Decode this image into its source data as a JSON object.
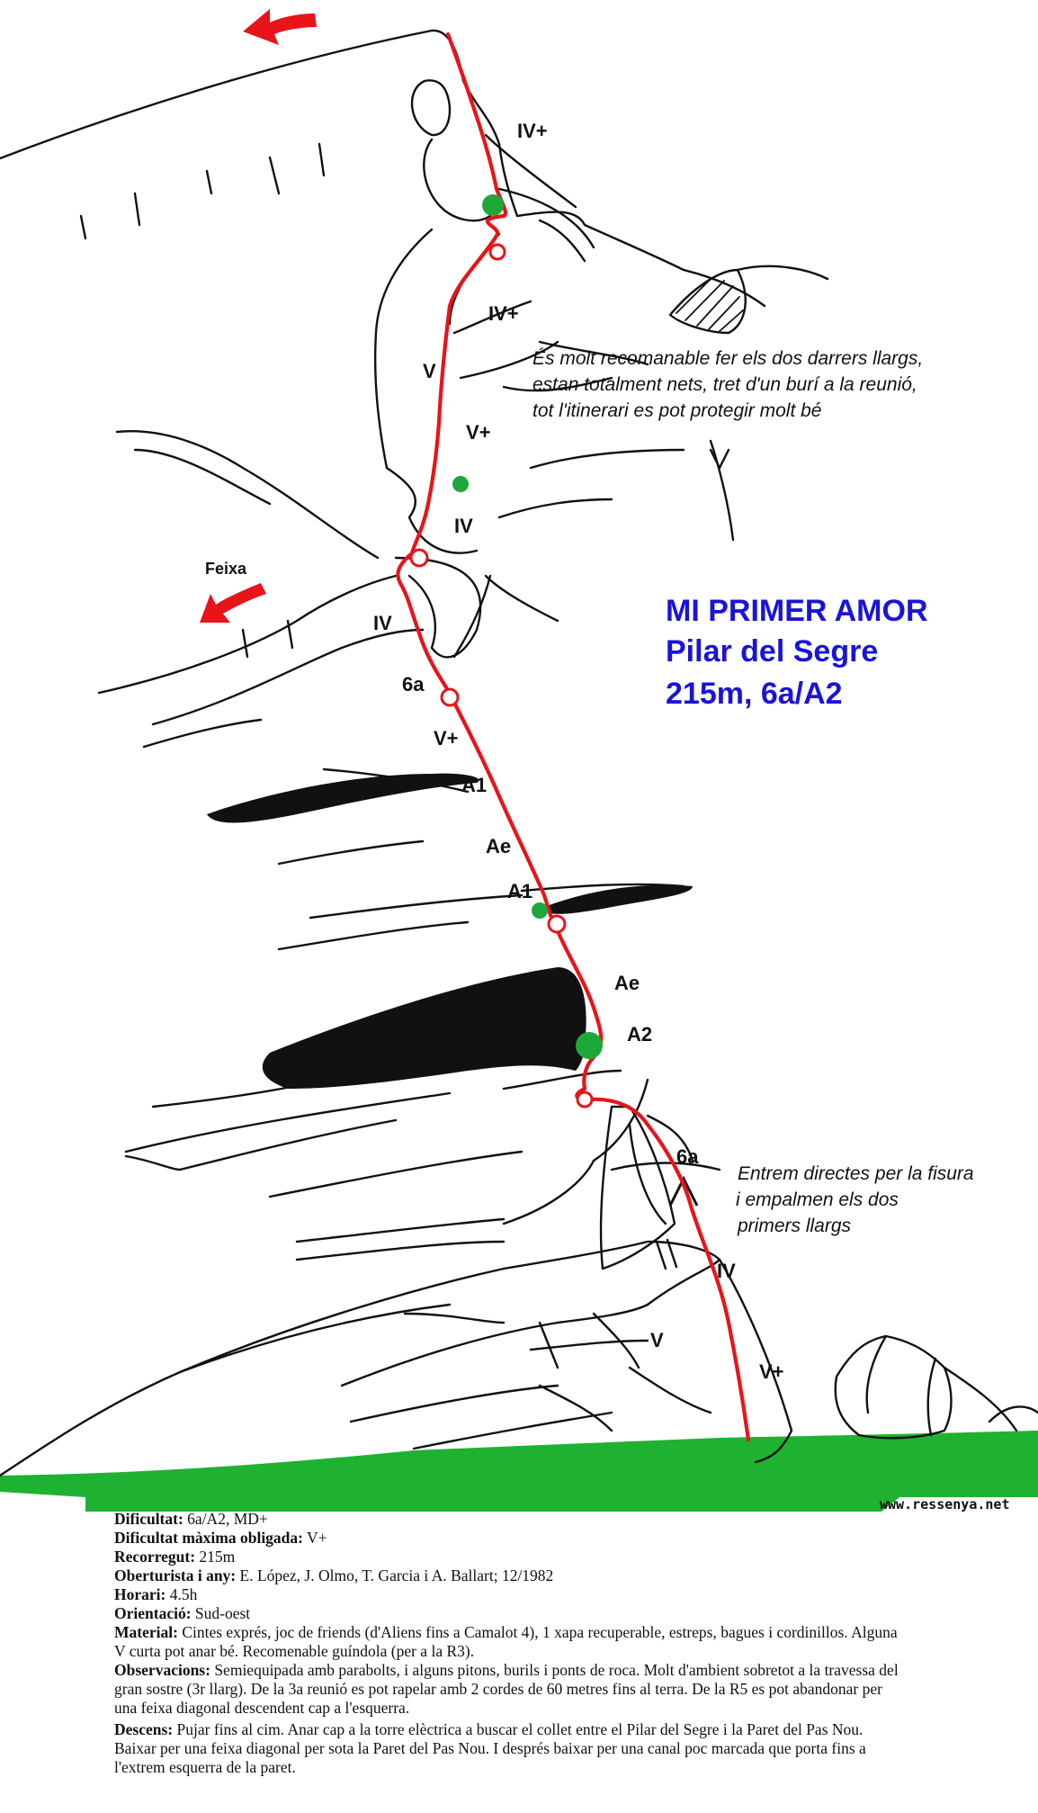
{
  "title": {
    "line1": "MI PRIMER AMOR",
    "line2": "Pilar del Segre",
    "line3": "215m, 6a/A2"
  },
  "notes": {
    "top": [
      "És molt recomanable fer els dos darrers llargs,",
      "estan totalment nets, tret d'un burí a la reunió,",
      "tot l'itinerari es pot protegir molt bé"
    ],
    "bottom": [
      "Entrem directes per la fisura",
      "i empalmen els dos",
      "primers llargs"
    ]
  },
  "feixa_label": "Feixa",
  "website": "www.ressenya.net",
  "grades": [
    "IV+",
    "IV+",
    "V",
    "V+",
    "IV",
    "IV",
    "6a",
    "V+",
    "A1",
    "Ae",
    "A1",
    "Ae",
    "A2",
    "6a",
    "IV",
    "V",
    "V+"
  ],
  "colors": {
    "route": "#e8141a",
    "belay_point": "#1fa83a",
    "grass": "#1fb132",
    "title_blue": "#1a14d8",
    "arrow": "#e8141a"
  },
  "info": [
    {
      "label": "Dificultat:",
      "value": " 6a/A2, MD+"
    },
    {
      "label": "Dificultat màxima obligada:",
      "value": " V+"
    },
    {
      "label": "Recorregut:",
      "value": " 215m"
    },
    {
      "label": "Oberturista i any:",
      "value": " E. López, J. Olmo, T. Garcia i A. Ballart; 12/1982"
    },
    {
      "label": "Horari:",
      "value": " 4.5h"
    },
    {
      "label": "Orientació:",
      "value": " Sud-oest"
    },
    {
      "label": "Material:",
      "value": " Cintes exprés, joc de friends (d'Aliens fins a Camalot 4), 1 xapa recuperable, estreps, bagues i cordinillos. Alguna V curta pot anar bé. Recomenable guíndola (per a la R3)."
    },
    {
      "label": "Observacions:",
      "value": " Semiequipada amb parabolts, i alguns pitons, burils i ponts de roca. Molt d'ambient sobretot a la travessa del gran sostre (3r llarg). De la 3a reunió es pot rapelar amb 2 cordes de 60 metres fins al terra. De la R5 es pot abandonar per una feixa diagonal descendent cap a l'esquerra."
    },
    {
      "label": "Descens:",
      "value": " Pujar fins al cim. Anar cap a la torre elèctrica a buscar el collet entre el Pilar del Segre i la Paret del Pas Nou. Baixar per una feixa diagonal per sota la Paret del Pas Nou. I després baixar per una canal poc marcada que porta fins a l'extrem esquerra de la paret."
    }
  ]
}
